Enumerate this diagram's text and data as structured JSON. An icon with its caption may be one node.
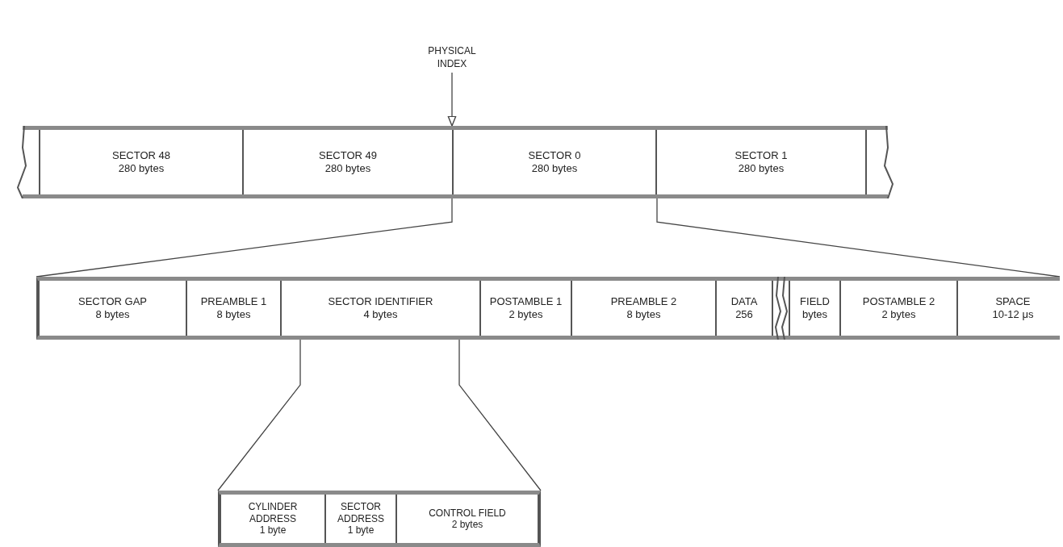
{
  "diagram": {
    "nodes": [
      {
        "text": [
          "PHYSICAL INDEX"
        ]
      },
      {
        "text": [],
        "shape": "bar"
      },
      {
        "text": [
          "SECTOR 48",
          "280 bytes"
        ],
        "in": 1
      },
      {
        "text": [
          "SECTOR 49",
          "280 bytes"
        ],
        "in": 1
      },
      {
        "text": [
          "SECTOR 0",
          "280 bytes"
        ],
        "in": 1
      },
      {
        "text": [
          "SECTOR 1",
          "280 bytes"
        ],
        "in": 1
      },
      {
        "text": [],
        "shape": "bar"
      },
      {
        "text": [
          "SECTOR GAP",
          "8 bytes"
        ],
        "in": 6
      },
      {
        "text": [
          "PREAMBLE 1",
          "8 bytes"
        ],
        "in": 6
      },
      {
        "text": [
          "SECTOR IDENTIFIER",
          "4 bytes"
        ],
        "in": 6
      },
      {
        "text": [
          "POSTAMBLE 1",
          "2 bytes"
        ],
        "in": 6
      },
      {
        "text": [
          "PREAMBLE 2",
          "8 bytes"
        ],
        "in": 6
      },
      {
        "text": [
          "DATA",
          "256"
        ],
        "in": 6
      },
      {
        "text": [
          "FIELD",
          "bytes"
        ],
        "in": 6
      },
      {
        "text": [
          "POSTAMBLE 2",
          "2 bytes"
        ],
        "in": 6
      },
      {
        "text": [
          "SPACE",
          "10-12 μs"
        ],
        "in": 6
      },
      {
        "text": [],
        "shape": "bar"
      },
      {
        "text": [
          "CYLINDER ADDRESS",
          "1 byte"
        ],
        "in": 16
      },
      {
        "text": [
          "SECTOR ADDRESS",
          "1 byte"
        ],
        "in": 16
      },
      {
        "text": [
          "CONTROL FIELD",
          "2 bytes"
        ],
        "in": 16
      }
    ],
    "edges": [
      {
        "from": 0,
        "to": 1,
        "arrow": "to"
      },
      {
        "from": 4,
        "to": 6,
        "arrow": "none"
      },
      {
        "from": 4,
        "to": 6,
        "arrow": "none"
      },
      {
        "from": 9,
        "to": 16,
        "arrow": "none"
      },
      {
        "from": 9,
        "to": 16,
        "arrow": "none"
      }
    ]
  }
}
